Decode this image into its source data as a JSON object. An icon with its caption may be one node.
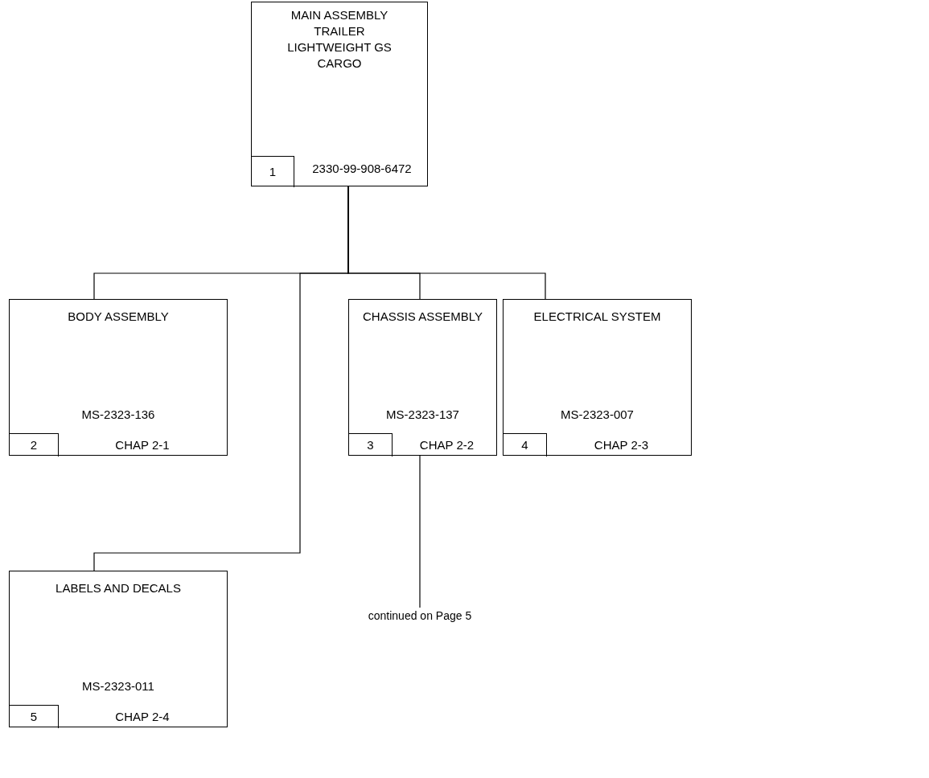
{
  "diagram": {
    "nodes": [
      {
        "text": [
          "MAIN ASSEMBLY TRAILER LIGHTWEIGHT GS CARGO",
          "2330-99-908-6472"
        ]
      },
      {
        "text": [
          "1"
        ],
        "in": 0
      },
      {
        "text": [
          "BODY ASSEMBLY",
          "MS-2323-136",
          "CHAP 2-1"
        ]
      },
      {
        "text": [
          "2"
        ],
        "in": 2
      },
      {
        "text": [
          "CHASSIS ASSEMBLY",
          "MS-2323-137",
          "CHAP 2-2"
        ]
      },
      {
        "text": [
          "3"
        ],
        "in": 4
      },
      {
        "text": [
          "ELECTRICAL SYSTEM",
          "MS-2323-007",
          "CHAP 2-3"
        ]
      },
      {
        "text": [
          "4"
        ],
        "in": 6
      },
      {
        "text": [
          "LABELS AND DECALS",
          "MS-2323-011",
          "CHAP 2-4"
        ]
      },
      {
        "text": [
          "5"
        ],
        "in": 8
      },
      {
        "text": [
          "continued on Page 5"
        ]
      }
    ],
    "edges": [
      {
        "from": 0,
        "to": 2,
        "arrow": "none"
      },
      {
        "from": 0,
        "to": 4,
        "arrow": "none"
      },
      {
        "from": 0,
        "to": 6,
        "arrow": "none"
      },
      {
        "from": 0,
        "to": 8,
        "arrow": "none"
      },
      {
        "from": 4,
        "to": 10,
        "arrow": "none"
      }
    ]
  }
}
